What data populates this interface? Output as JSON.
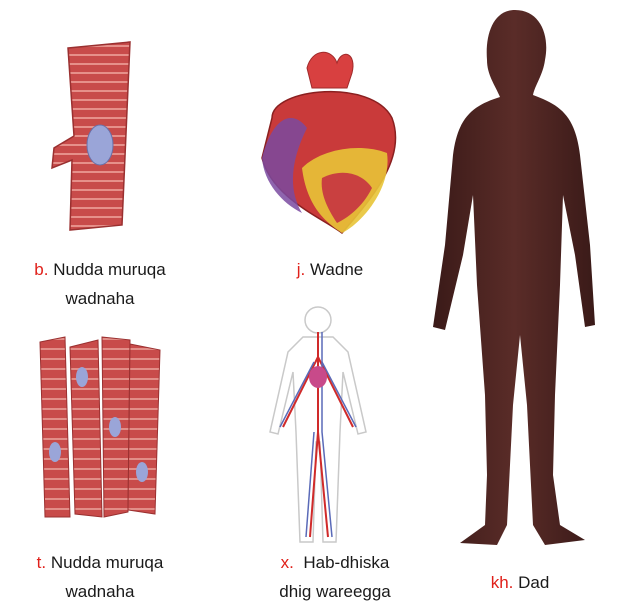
{
  "figures": [
    {
      "letter": "b.",
      "line1": "Nudda muruqa",
      "line2": "wadnaha"
    },
    {
      "letter": "j.",
      "line1": "Wadne",
      "line2": ""
    },
    {
      "letter": "t.",
      "line1": "Nudda muruqa",
      "line2": "wadnaha"
    },
    {
      "letter": "x.",
      "line1": "Hab-dhiska",
      "line2": "dhig wareegga"
    },
    {
      "letter": "kh.",
      "line1": "Dad",
      "line2": ""
    }
  ],
  "colors": {
    "letter": "#e0201a",
    "muscle": "#c8504f",
    "human": "#4a2420"
  }
}
